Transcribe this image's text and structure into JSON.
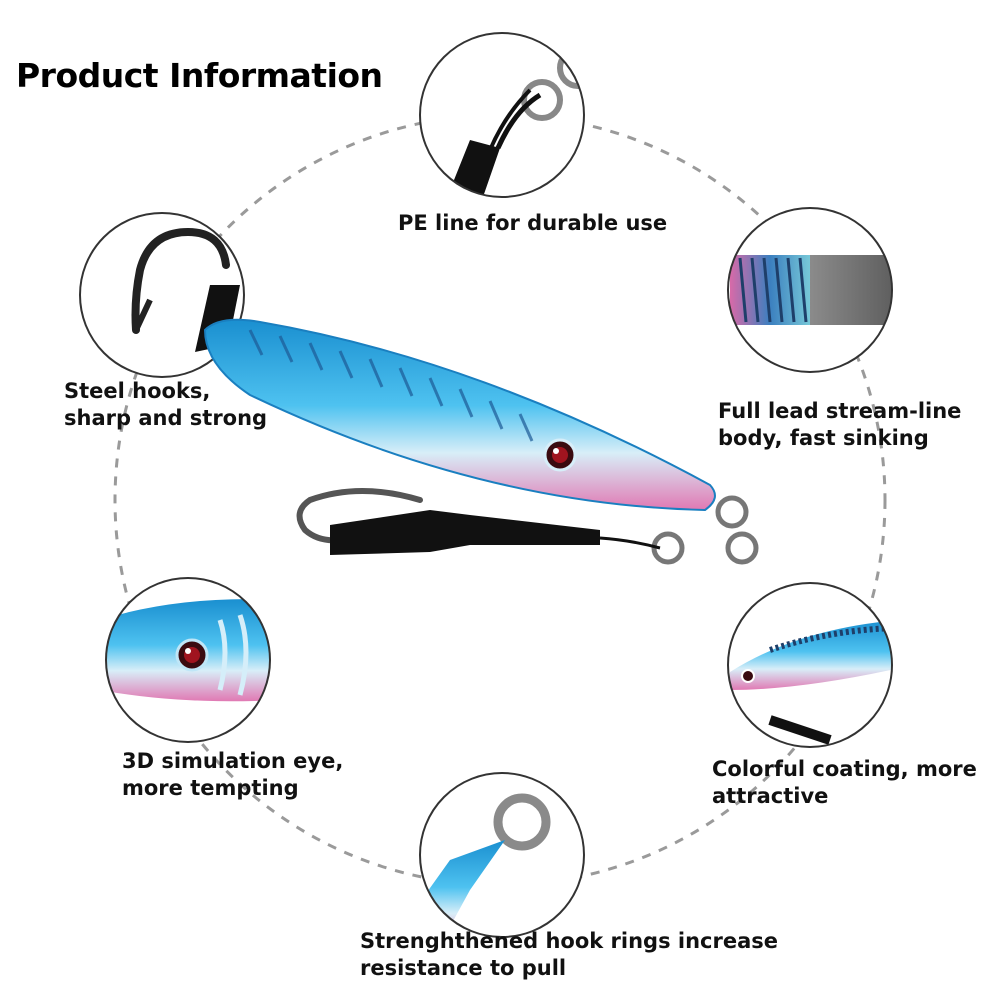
{
  "title": "Product Information",
  "features": {
    "pe_line": {
      "lines": [
        "PE line for durable use"
      ]
    },
    "lead_body": {
      "lines": [
        "Full lead stream-line",
        "body,  fast sinking"
      ]
    },
    "steel_hooks": {
      "lines": [
        "Steel hooks,",
        "sharp and strong"
      ]
    },
    "eye": {
      "lines": [
        "3D simulation eye,",
        "more tempting"
      ]
    },
    "coating": {
      "lines": [
        "Colorful coating, more",
        "attractive"
      ]
    },
    "hook_rings": {
      "lines": [
        "Strenghthened hook rings increase",
        "resistance to pull"
      ]
    }
  },
  "colors": {
    "lure_blue": "#2fa8e0",
    "lure_pink": "#e06aa8",
    "dashed_circle": "#9a9a9a",
    "circle_border": "#333333"
  }
}
